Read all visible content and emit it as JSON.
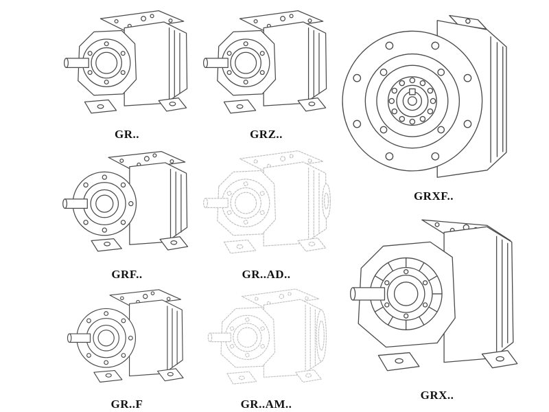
{
  "catalog": {
    "items": [
      {
        "id": "gr",
        "label": "GR..",
        "style": "solid"
      },
      {
        "id": "grz",
        "label": "GRZ..",
        "style": "solid"
      },
      {
        "id": "grxf",
        "label": "GRXF..",
        "style": "solid"
      },
      {
        "id": "grf",
        "label": "GRF..",
        "style": "solid"
      },
      {
        "id": "gr-ad",
        "label": "GR..AD..",
        "style": "dashed-ghost"
      },
      {
        "id": "gr-f",
        "label": "GR..F",
        "style": "solid"
      },
      {
        "id": "gr-am",
        "label": "GR..AM..",
        "style": "dashed-ghost"
      },
      {
        "id": "grx",
        "label": "GRX..",
        "style": "solid"
      }
    ],
    "colors": {
      "background": "#ffffff",
      "line": "#4a4a4a",
      "ghost_line": "#c2c2c2",
      "label_text": "#111111"
    }
  }
}
